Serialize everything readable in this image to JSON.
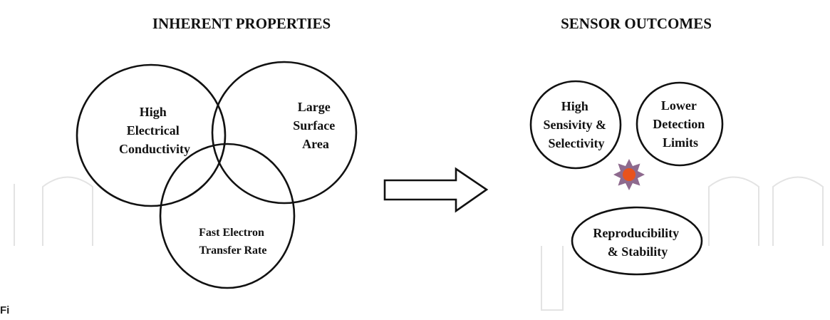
{
  "headings": {
    "left": "INHERENT PROPERTIES",
    "right": "SENSOR OUTCOMES"
  },
  "properties": {
    "conductivity": [
      "High",
      "Electrical",
      "Conductivity"
    ],
    "surface_area": [
      "Large",
      "Surface",
      "Area"
    ],
    "electron_transfer": [
      "Fast Electron",
      "Transfer Rate"
    ]
  },
  "outcomes": {
    "sensitivity": [
      "High",
      "Sensivity &",
      "Selectivity"
    ],
    "detection": [
      "Lower",
      "Detection",
      "Limits"
    ],
    "reproducibility": [
      "Reproducibility",
      "& Stability"
    ]
  },
  "figure_label": "Fi",
  "colors": {
    "outline": "#111111",
    "star_fill": "#8e6a8e",
    "star_center": "#e8531d",
    "watermark": "#e3e3e3"
  },
  "icons": {
    "arrow": "hollow-right-arrow-icon",
    "star": "sun-burst-icon"
  }
}
